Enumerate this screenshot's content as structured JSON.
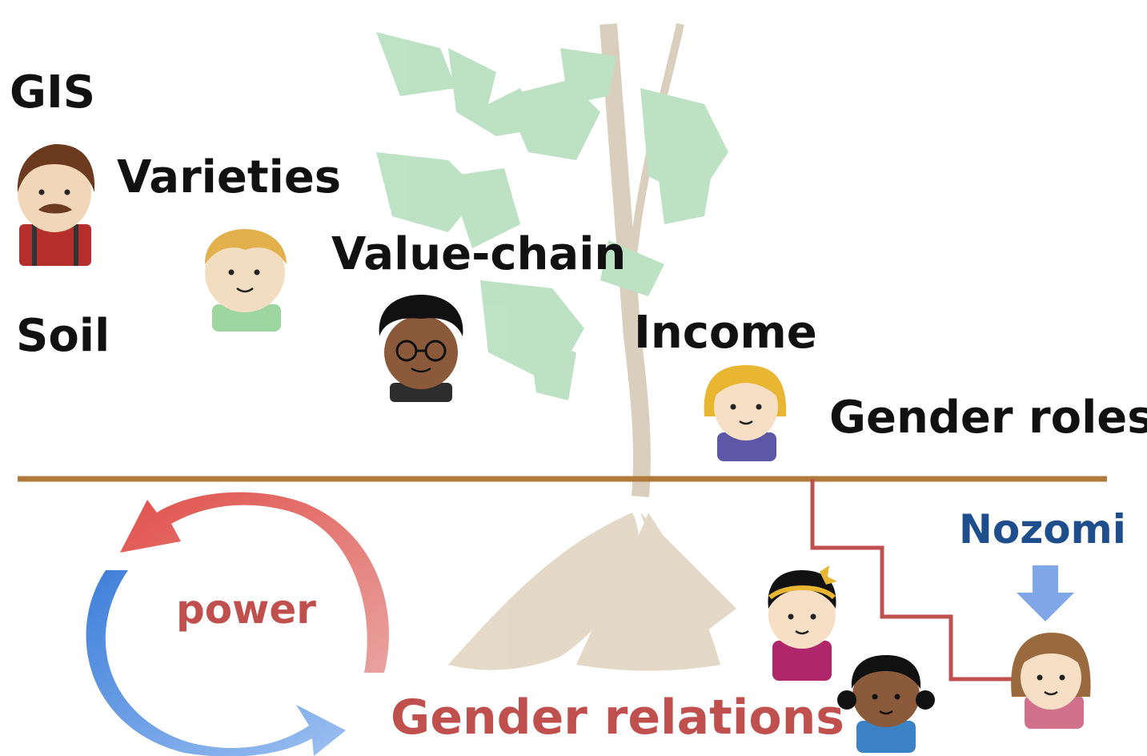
{
  "labels": {
    "gis": "GIS",
    "varieties": "Varieties",
    "soil": "Soil",
    "value_chain": "Value-chain",
    "income": "Income",
    "gender_roles": "Gender roles",
    "nozomi": "Nozomi",
    "power": "power",
    "gender_relations": "Gender relations"
  },
  "colors": {
    "ground_line": "#b07a3a",
    "step_line": "#c0504d",
    "arrow_red": "#d9534f",
    "arrow_blue": "#4a86e8",
    "down_arrow": "#7fa7e8",
    "plant_leaf": "#a8d8b0",
    "root": "#d9c9b0"
  },
  "icons": [
    "cassava-plant-icon",
    "farmer-man-icon",
    "blond-boy-icon",
    "curly-hair-man-icon",
    "blond-woman-icon",
    "girl-with-bow-icon",
    "dark-girl-icon",
    "nozomi-woman-icon",
    "cycle-arrows-icon",
    "down-arrow-icon"
  ]
}
